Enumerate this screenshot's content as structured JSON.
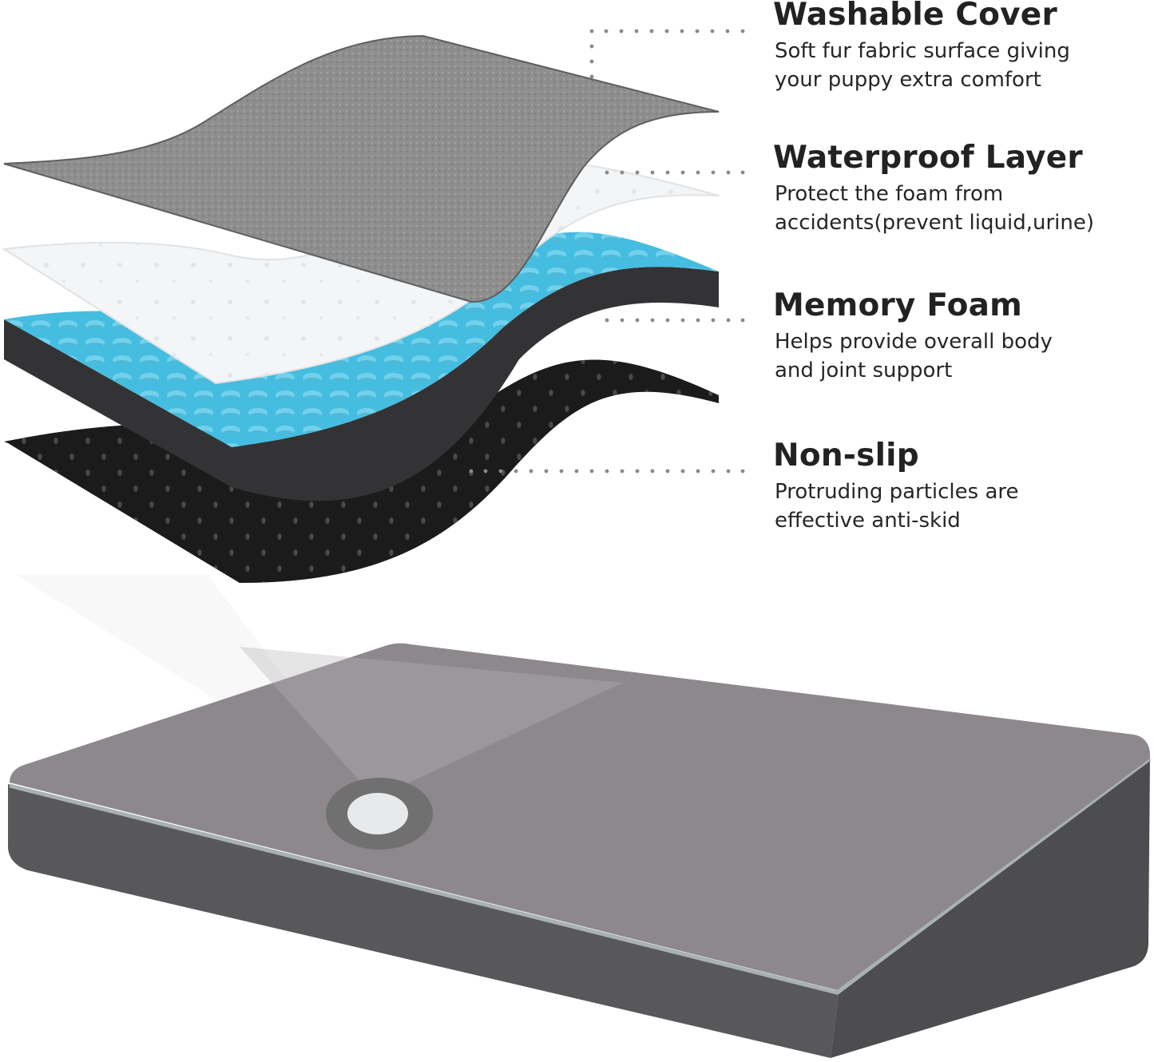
{
  "colors": {
    "text_heading": "#222222",
    "text_body": "#262626",
    "leader_dots": "#8a8a8a",
    "cover_gray": "#8f8f8f",
    "waterproof_white": "#f3f4f5",
    "foam_blue": "#4fc3e3",
    "foam_side": "#3a3a3a",
    "nonslip_black": "#1d1d1d",
    "bed_top": "#8e8a8e",
    "bed_side": "#5a5a5c",
    "piping": "#a9b4b2"
  },
  "features": [
    {
      "title": "Washable Cover",
      "description": [
        "Soft fur fabric surface giving",
        "your puppy extra comfort"
      ]
    },
    {
      "title": "Waterproof Layer",
      "description": [
        "Protect the foam from",
        "accidents(prevent liquid,urine)"
      ]
    },
    {
      "title": "Memory Foam",
      "description": [
        "Helps provide overall body",
        "and joint support"
      ]
    },
    {
      "title": "Non-slip",
      "description": [
        "Protruding particles are",
        "effective anti-skid"
      ]
    }
  ],
  "illustration": {
    "layers": [
      "washable-cover-layer",
      "waterproof-layer",
      "memory-foam-layer",
      "non-slip-layer"
    ],
    "product": "dog-bed"
  }
}
